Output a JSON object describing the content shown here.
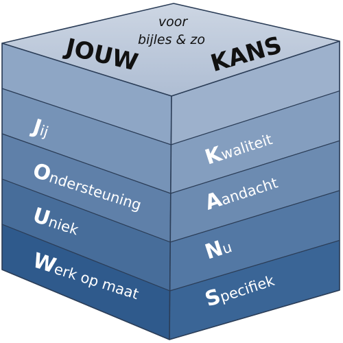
{
  "top": {
    "subtitle_line1": "voor",
    "subtitle_line2": "bijles & zo",
    "word_left": "JOUW",
    "word_right": "KANS"
  },
  "left_face": [
    {
      "initial": "J",
      "rest": "ij"
    },
    {
      "initial": "O",
      "rest": "ndersteuning"
    },
    {
      "initial": "U",
      "rest": "niek"
    },
    {
      "initial": "W",
      "rest": "erk op maat"
    }
  ],
  "right_face": [
    {
      "initial": "K",
      "rest": "waliteit"
    },
    {
      "initial": "A",
      "rest": "andacht"
    },
    {
      "initial": "N",
      "rest": "u"
    },
    {
      "initial": "S",
      "rest": "pecifiek"
    }
  ],
  "colors": {
    "top_face": "#b9c6d9",
    "edge": "#2b3d57",
    "band_light": "#8ea6c5",
    "band_dark": "#2f5a8c",
    "text_light": "#ffffff",
    "text_dark": "#111111"
  }
}
